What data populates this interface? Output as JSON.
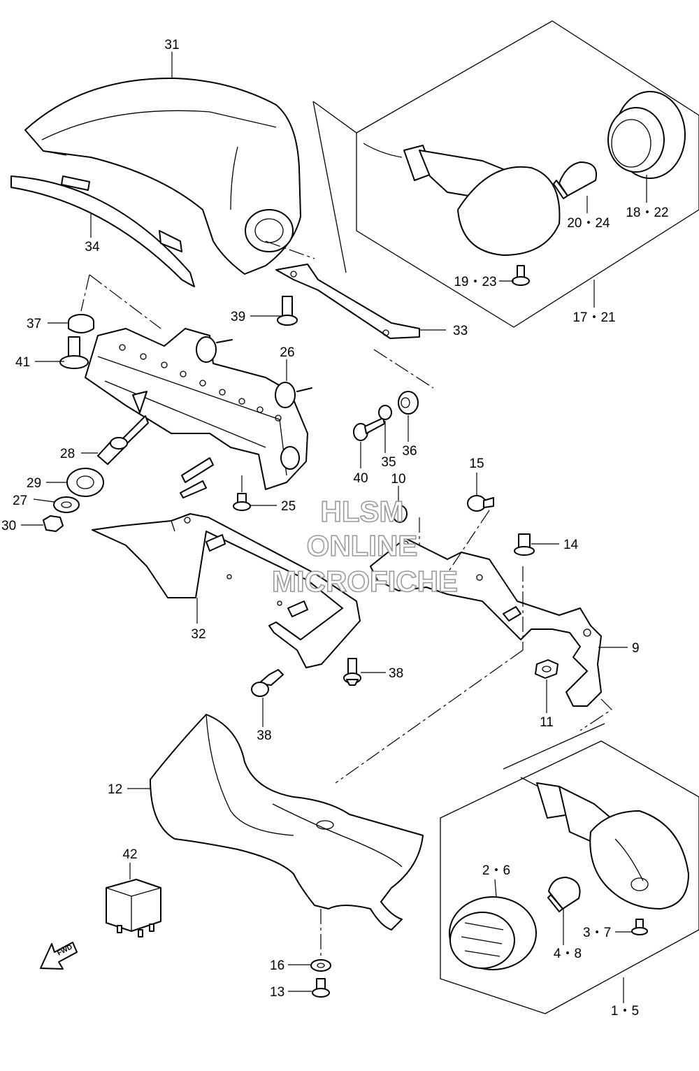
{
  "watermark": {
    "line1": "HLSM",
    "line2": "ONLINE",
    "line3": "MICROFICHE"
  },
  "fwd_label": "FWD",
  "labels": {
    "p31": "31",
    "p34": "34",
    "p37": "37",
    "p41": "41",
    "p39": "39",
    "p26": "26",
    "p33": "33",
    "p28": "28",
    "p29": "29",
    "p27": "27",
    "p30": "30",
    "p25": "25",
    "p40": "40",
    "p35": "35",
    "p36": "36",
    "p10": "10",
    "p15": "15",
    "p14": "14",
    "p32": "32",
    "p38a": "38",
    "p38b": "38",
    "p9": "9",
    "p11": "11",
    "p12": "12",
    "p42": "42",
    "p16": "16",
    "p13": "13",
    "p2_6": "2・6",
    "p3_7": "3・7",
    "p4_8": "4・8",
    "p1_5": "1・5",
    "p20_24": "20・24",
    "p18_22": "18・22",
    "p19_23": "19・23",
    "p17_21": "17・21"
  }
}
